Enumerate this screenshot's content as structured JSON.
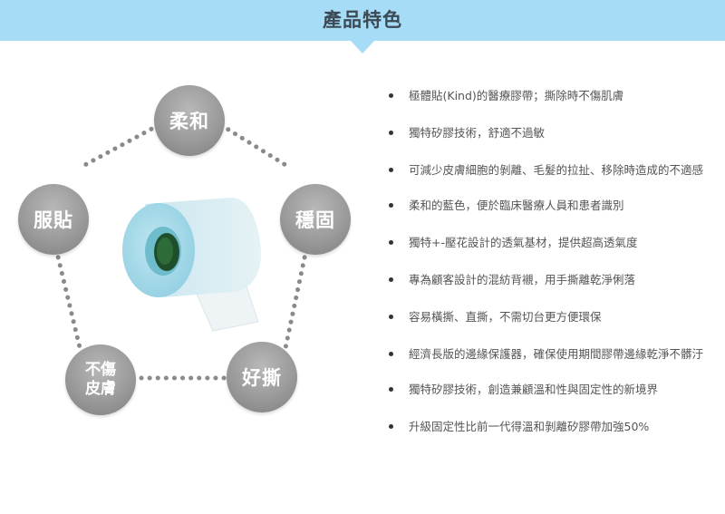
{
  "header": {
    "title": "產品特色"
  },
  "diagram": {
    "nodes": [
      {
        "id": "top",
        "label": "柔和"
      },
      {
        "id": "left",
        "label": "服貼"
      },
      {
        "id": "right",
        "label": "穩固"
      },
      {
        "id": "bottom_left",
        "label_line1": "不傷",
        "label_line2": "皮膚"
      },
      {
        "id": "bottom_right",
        "label": "好撕"
      }
    ],
    "product_image": "medical-silicone-tape-roll"
  },
  "colors": {
    "banner": "#a6dcf5",
    "circle": "#9a9a9a",
    "tape": "#a9dcea",
    "text": "#555555"
  },
  "features": [
    "極體貼(Kind)的醫療膠帶；撕除時不傷肌膚",
    "獨特矽膠技術，舒適不過敏",
    "可減少皮膚細胞的剝離、毛髮的拉扯、移除時造成的不適感",
    "柔和的藍色，便於臨床醫療人員和患者識別",
    "獨特+-壓花設計的透氣基材，提供超高透氣度",
    "專為顧客設計的混紡背襯，用手撕離乾淨俐落",
    "容易橫撕、直撕，不需切台更方便環保",
    "經濟長版的邊緣保護器，確保使用期間膠帶邊緣乾淨不髒汙",
    "獨特矽膠技術，創造兼顧溫和性與固定性的新境界",
    "升級固定性比前一代得溫和剝離矽膠帶加強50%"
  ]
}
